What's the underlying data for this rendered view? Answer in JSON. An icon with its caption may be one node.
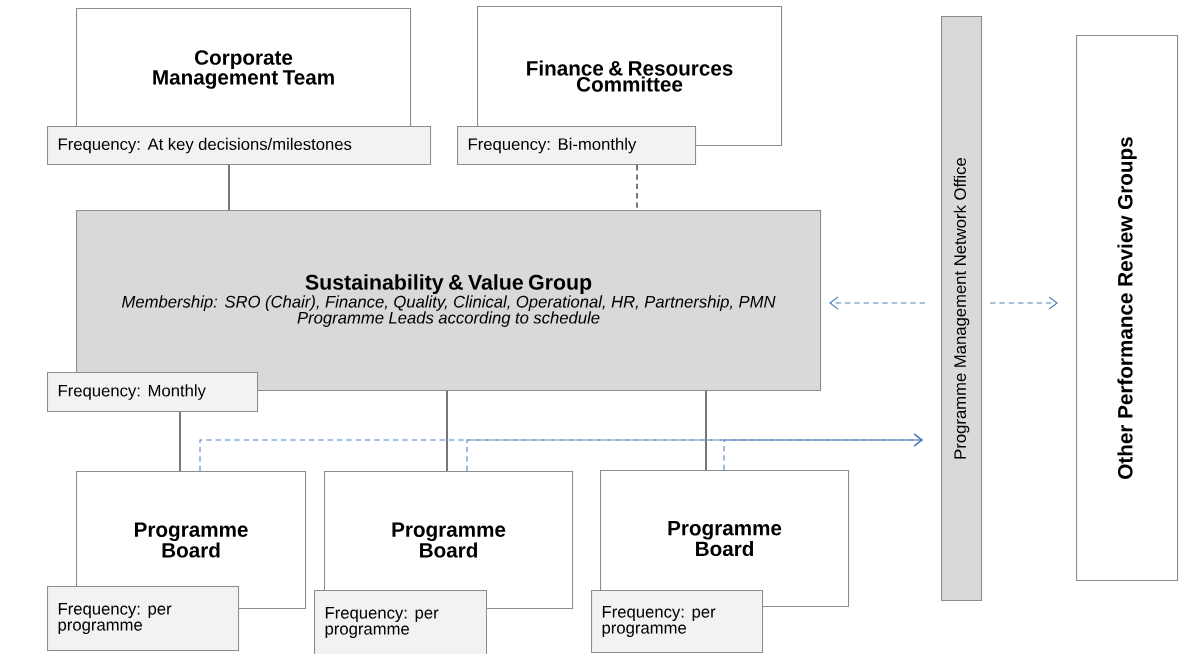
{
  "diagram": {
    "nodes": [
      {
        "text": [
          "Corporate Management Team"
        ]
      },
      {
        "text": [
          "Frequency: At key decisions/milestones"
        ]
      },
      {
        "text": [
          "Finance & Resources Committee"
        ]
      },
      {
        "text": [
          "Frequency: Bi-monthly"
        ]
      },
      {
        "text": [
          "Sustainability & Value Group",
          "Membership: SRO (Chair), Finance, Quality, Clinical, Operational, HR, Partnership, PMN",
          "Programme Leads according to schedule"
        ]
      },
      {
        "text": [
          "Frequency: Monthly"
        ]
      },
      {
        "text": [
          "Programme Board"
        ]
      },
      {
        "text": [
          "Frequency: per programme"
        ]
      },
      {
        "text": [
          "Programme Board"
        ]
      },
      {
        "text": [
          "Frequency: per programme"
        ]
      },
      {
        "text": [
          "Programme Board"
        ]
      },
      {
        "text": [
          "Frequency: per programme"
        ]
      },
      {
        "text": [
          "Programme Management Network Office"
        ]
      },
      {
        "text": [
          "Other Performance Review Groups"
        ]
      }
    ],
    "edges": [
      {
        "from": 1,
        "to": 4,
        "arrow": "none"
      },
      {
        "from": 3,
        "to": 4,
        "arrow": "none",
        "style": "dashed"
      },
      {
        "from": 5,
        "to": 6,
        "arrow": "none"
      },
      {
        "from": 4,
        "to": 8,
        "arrow": "none"
      },
      {
        "from": 4,
        "to": 10,
        "arrow": "none"
      },
      {
        "from": 6,
        "to": 12,
        "arrow": "to",
        "style": "dashed",
        "color": "#4f81bd"
      },
      {
        "from": 8,
        "to": 12,
        "arrow": "to",
        "style": "dashed",
        "color": "#4f81bd"
      },
      {
        "from": 10,
        "to": 12,
        "arrow": "to",
        "style": "dashed",
        "color": "#4f81bd"
      },
      {
        "from": 12,
        "to": 4,
        "arrow": "to",
        "style": "dashed",
        "color": "#4f81bd"
      },
      {
        "from": 12,
        "to": 13,
        "arrow": "to",
        "style": "dashed",
        "color": "#4f81bd"
      }
    ]
  }
}
